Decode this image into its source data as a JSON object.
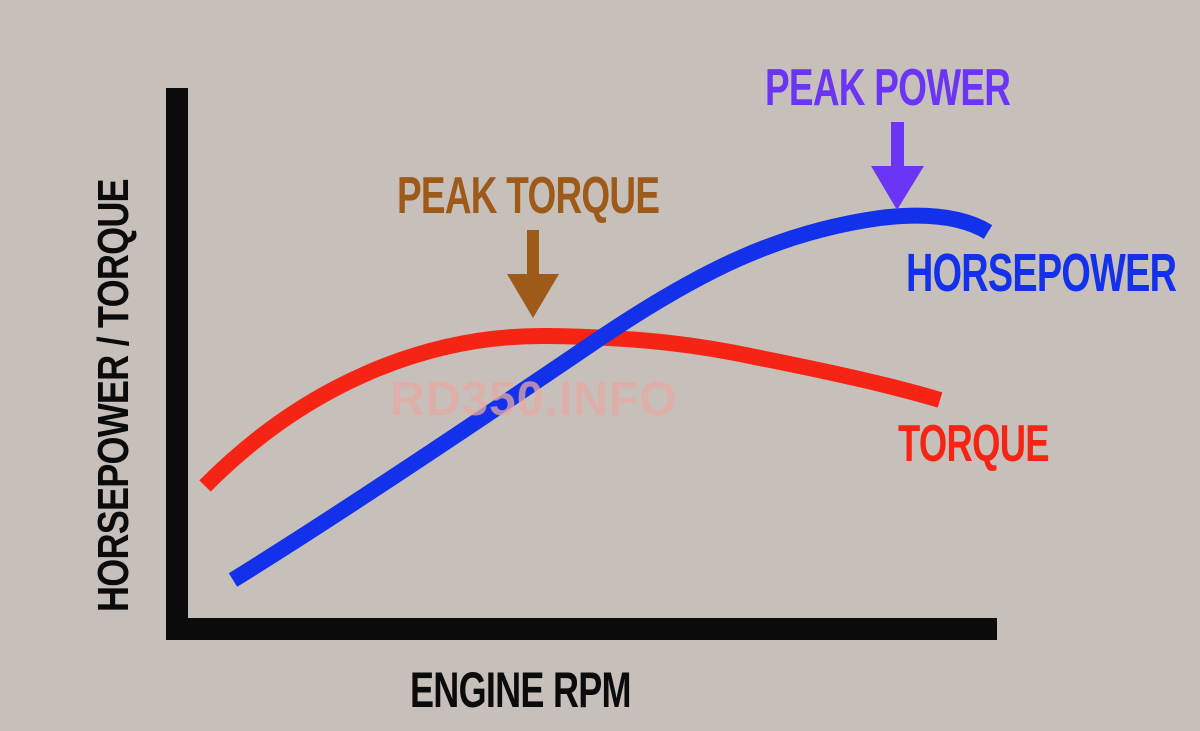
{
  "chart_data": {
    "type": "line",
    "title": "",
    "xlabel": "ENGINE RPM",
    "ylabel": "HORSEPOWER / TORQUE",
    "x_ticks": [],
    "y_ticks": [],
    "grid": false,
    "legend_position": "inline labels at curve ends",
    "x": [
      0,
      10,
      20,
      30,
      40,
      50,
      60,
      70,
      80,
      90,
      100
    ],
    "series": [
      {
        "name": "TORQUE",
        "color": "#f62414",
        "values": [
          28,
          42,
          52,
          58,
          60,
          60,
          58,
          55,
          52,
          48,
          45
        ]
      },
      {
        "name": "HORSEPOWER",
        "color": "#1330ea",
        "values": [
          10,
          17,
          26,
          36,
          48,
          60,
          71,
          80,
          86,
          88,
          85
        ]
      }
    ],
    "annotations": [
      {
        "text": "PEAK TORQUE",
        "color": "#9e5a19",
        "points_to": "torque curve maximum (mid RPM)"
      },
      {
        "text": "PEAK POWER",
        "color": "#6b35f5",
        "points_to": "horsepower curve maximum (high RPM)"
      }
    ],
    "watermark": "RD350.INFO"
  },
  "labels": {
    "y_axis": "HORSEPOWER / TORQUE",
    "x_axis": "ENGINE RPM",
    "peak_torque": "PEAK TORQUE",
    "peak_power": "PEAK POWER",
    "horsepower": "HORSEPOWER",
    "torque": "TORQUE",
    "watermark": "RD350.INFO"
  },
  "colors": {
    "background": "#c7c0ba",
    "axis": "#0b0b0b",
    "torque": "#f62414",
    "horsepower": "#1330ea",
    "peak_torque": "#9e5a19",
    "peak_power": "#6b35f5"
  }
}
